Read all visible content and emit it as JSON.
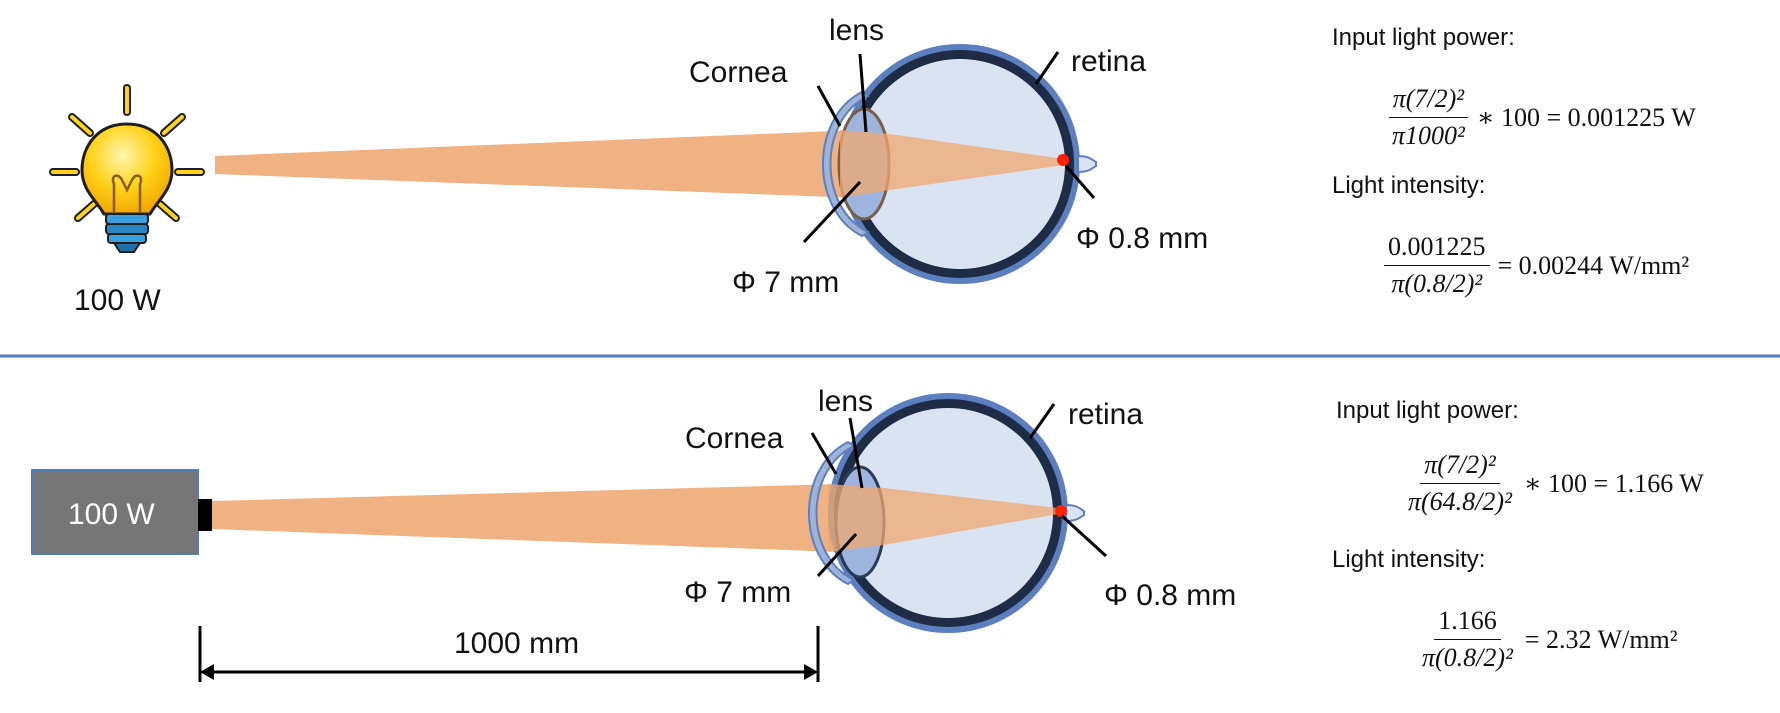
{
  "top": {
    "source_label": "100 W",
    "labels": {
      "lens": "lens",
      "cornea": "Cornea",
      "retina": "retina",
      "pupil_diameter": "Φ 7 mm",
      "spot_diameter": "Φ 0.8 mm"
    },
    "calc": {
      "power_heading": "Input light power:",
      "power_num": "π(7/2)²",
      "power_den": "π1000²",
      "power_rest": "∗ 100 = 0.001225 W",
      "intensity_heading": "Light intensity:",
      "intensity_num": "0.001225",
      "intensity_den": "π(0.8/2)²",
      "intensity_rest": "= 0.00244 W/mm²"
    }
  },
  "bottom": {
    "source_label": "100 W",
    "distance_label": "1000 mm",
    "labels": {
      "lens": "lens",
      "cornea": "Cornea",
      "retina": "retina",
      "pupil_diameter": "Φ 7 mm",
      "spot_diameter": "Φ 0.8 mm"
    },
    "calc": {
      "power_heading": "Input light power:",
      "power_num": "π(7/2)²",
      "power_den": "π(64.8/2)²",
      "power_rest": "∗ 100 = 1.166 W",
      "intensity_heading": "Light intensity:",
      "intensity_num": "1.166",
      "intensity_den": "π(0.8/2)²",
      "intensity_rest": "= 2.32 W/mm²"
    }
  },
  "colors": {
    "beam": "#f0b183",
    "eye_fill": "#dae3f1",
    "eye_wall": "#1e2d45",
    "cornea_edge": "#5b7fbf",
    "lens": "#8a6e55",
    "divider": "#4f7cbc",
    "laser_box": "#767676",
    "focal_spot": "#ff2200"
  }
}
